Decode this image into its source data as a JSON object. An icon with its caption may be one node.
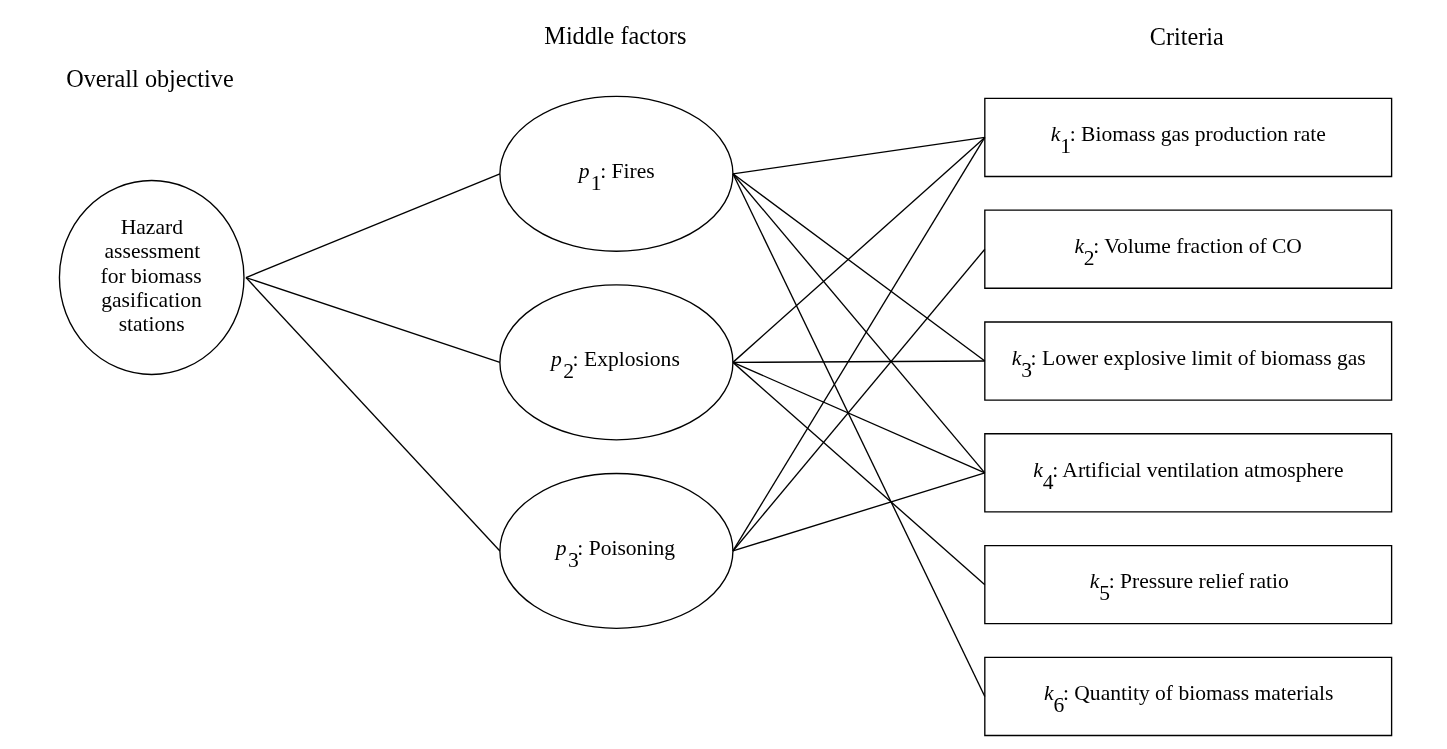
{
  "diagram": {
    "nodes": [
      {
        "text": [
          "Hazard assessment for biomass gasification stations"
        ]
      },
      {
        "text": [
          "*p*$_{1}$: Fires"
        ]
      },
      {
        "text": [
          "*p*$_{2}$: Explosions"
        ]
      },
      {
        "text": [
          "*p*$_{3}$: Poisoning"
        ]
      },
      {
        "text": [
          "*k*$_{1}$: Biomass gas production rate"
        ]
      },
      {
        "text": [
          "*k*$_{2}$: Volume fraction of CO"
        ]
      },
      {
        "text": [
          "*k*$_{3}$: Lower explosive limit of biomass gas"
        ]
      },
      {
        "text": [
          "*k*$_{4}$: Artificial ventilation atmosphere"
        ]
      },
      {
        "text": [
          "*k*$_{5}$: Pressure relief ratio"
        ]
      },
      {
        "text": [
          "*k*$_{6}$: Quantity of biomass materials"
        ]
      }
    ],
    "edges": [
      {
        "from": 0,
        "to": 1,
        "arrow": "none"
      },
      {
        "from": 0,
        "to": 2,
        "arrow": "none"
      },
      {
        "from": 0,
        "to": 3,
        "arrow": "none"
      },
      {
        "from": 1,
        "to": 4,
        "arrow": "none"
      },
      {
        "from": 1,
        "to": 6,
        "arrow": "none"
      },
      {
        "from": 1,
        "to": 7,
        "arrow": "none"
      },
      {
        "from": 1,
        "to": 9,
        "arrow": "none"
      },
      {
        "from": 2,
        "to": 4,
        "arrow": "none"
      },
      {
        "from": 2,
        "to": 6,
        "arrow": "none"
      },
      {
        "from": 2,
        "to": 7,
        "arrow": "none"
      },
      {
        "from": 2,
        "to": 8,
        "arrow": "none"
      },
      {
        "from": 3,
        "to": 4,
        "arrow": "none"
      },
      {
        "from": 3,
        "to": 5,
        "arrow": "none"
      },
      {
        "from": 3,
        "to": 7,
        "arrow": "none"
      }
    ],
    "labels": [
      "Overall objective",
      "Middle factors",
      "Criteria"
    ]
  }
}
